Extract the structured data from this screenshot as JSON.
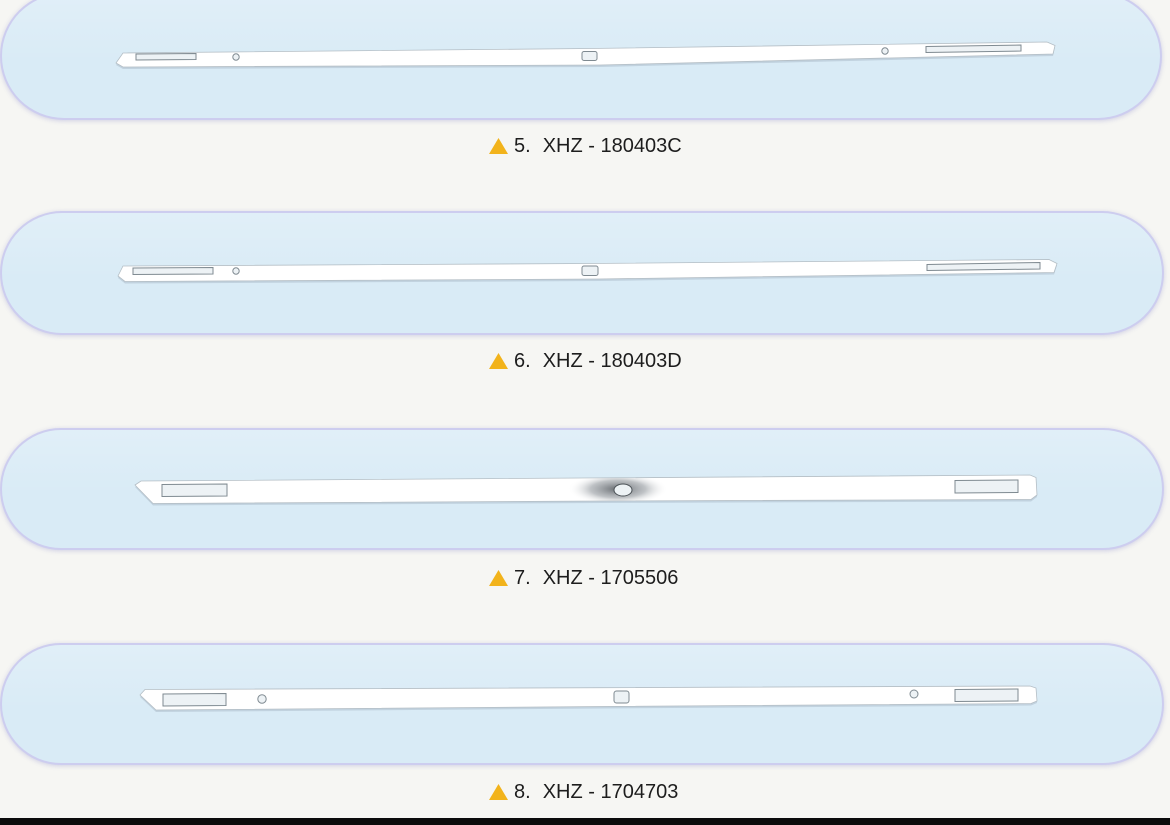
{
  "colors": {
    "page_background": "#f6f6f3",
    "backdrop": "#d9ebf6",
    "backdrop_rim": "#cdcdef",
    "strip": "#ffffff",
    "marker": "#f2b31b",
    "label_text": "#1d1d1d"
  },
  "items": [
    {
      "number": "5.",
      "code": "XHZ - 180403C",
      "marker_icon": "triangle-icon"
    },
    {
      "number": "6.",
      "code": "XHZ - 180403D",
      "marker_icon": "triangle-icon"
    },
    {
      "number": "7.",
      "code": "XHZ - 1705506",
      "marker_icon": "triangle-icon"
    },
    {
      "number": "8.",
      "code": "XHZ - 1704703",
      "marker_icon": "triangle-icon"
    }
  ]
}
